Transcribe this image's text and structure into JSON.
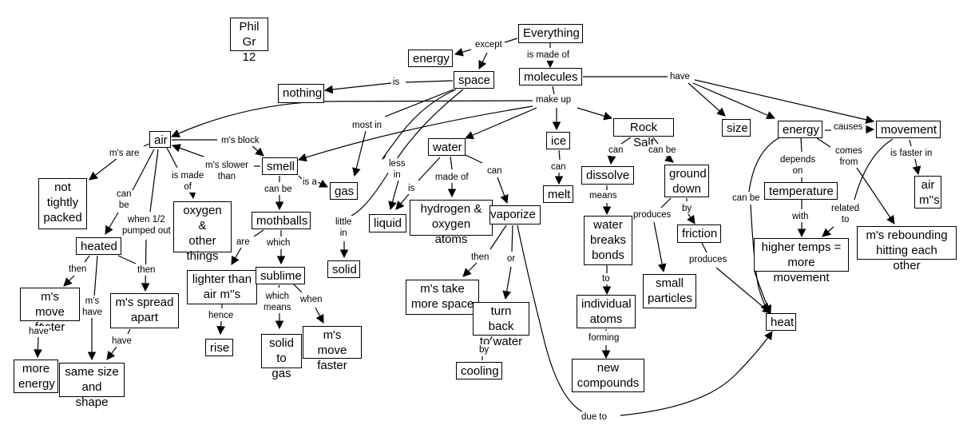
{
  "title": "Phil\nGr 12",
  "nodes": {
    "phil": "Phil\nGr 12",
    "everything": "Everything",
    "energy_top": "energy",
    "space": "space",
    "molecules": "molecules",
    "nothing": "nothing",
    "air": "air",
    "smell": "smell",
    "gas": "gas",
    "water": "water",
    "ice": "ice",
    "melt": "melt",
    "rock_salt": "Rock Salt",
    "size": "size",
    "energy": "energy",
    "movement": "movement",
    "not_tightly": "not\ntightly\npacked",
    "oxygen_other": "oxygen &\nother\nthings",
    "heated": "heated",
    "mothballs": "mothballs",
    "liquid": "liquid",
    "hydrogen": "hydrogen &\noxygen atoms",
    "vaporize": "vaporize",
    "dissolve": "dissolve",
    "ground_down": "ground\ndown",
    "temperature": "temperature",
    "air_ms": "air\nm''s",
    "water_breaks": "water\nbreaks\nbonds",
    "friction": "friction",
    "higher_temps": "higher temps =\nmore movement",
    "ms_rebounding": "m's rebounding\nhitting each other",
    "solid": "solid",
    "lighter": "lighter than\nair m''s",
    "sublime": "sublime",
    "ms_move_faster": "m's move\nfaster",
    "ms_spread": "m's spread\napart",
    "ms_take": "m's take\nmore space",
    "turn_back": "turn back\nto water",
    "small_particles": "small\nparticles",
    "individual_atoms": "individual\natoms",
    "heat": "heat",
    "rise": "rise",
    "solid_to_gas": "solid\nto gas",
    "ms_move_faster2": "m's move\nfaster",
    "more_energy": "more\nenergy",
    "same_size": "same size\nand shape",
    "cooling": "cooling",
    "new_compounds": "new\ncompounds"
  },
  "labels": {
    "except": "except",
    "is_made_of": "is made of",
    "is": "is",
    "make_up": "make up",
    "have": "have",
    "most_in": "most in",
    "less_in": "less\nin",
    "little_in": "little\nin",
    "ms_block": "m's block",
    "ms_slower": "m's slower\nthan",
    "ms_are": "m's are",
    "is_made_of_air": "is made\nof",
    "can_be_air": "can\nbe",
    "when_half": "when 1/2\npumped out",
    "is_a": "is a",
    "can_be_smell": "can be",
    "are": "are",
    "which": "which",
    "is_water": "is",
    "made_of": "made of",
    "can_water": "can",
    "can_ice": "can",
    "can_rs": "can",
    "can_be_rs": "can be",
    "means": "means",
    "produces1": "produces",
    "by": "by",
    "produces2": "produces",
    "causes": "causes",
    "depends_on": "depends\non",
    "comes_from": "comes\nfrom",
    "is_faster_in": "is faster in",
    "can_be_energy": "can be",
    "with": "with",
    "related_to": "related\nto",
    "then1": "then",
    "ms_have": "m's\nhave",
    "then2": "then",
    "have1": "have",
    "have2": "have",
    "hence": "hence",
    "which_means": "which\nmeans",
    "when": "when",
    "then_vap": "then",
    "or": "or",
    "by_cool": "by",
    "to": "to",
    "forming": "forming",
    "due_to": "due to"
  }
}
